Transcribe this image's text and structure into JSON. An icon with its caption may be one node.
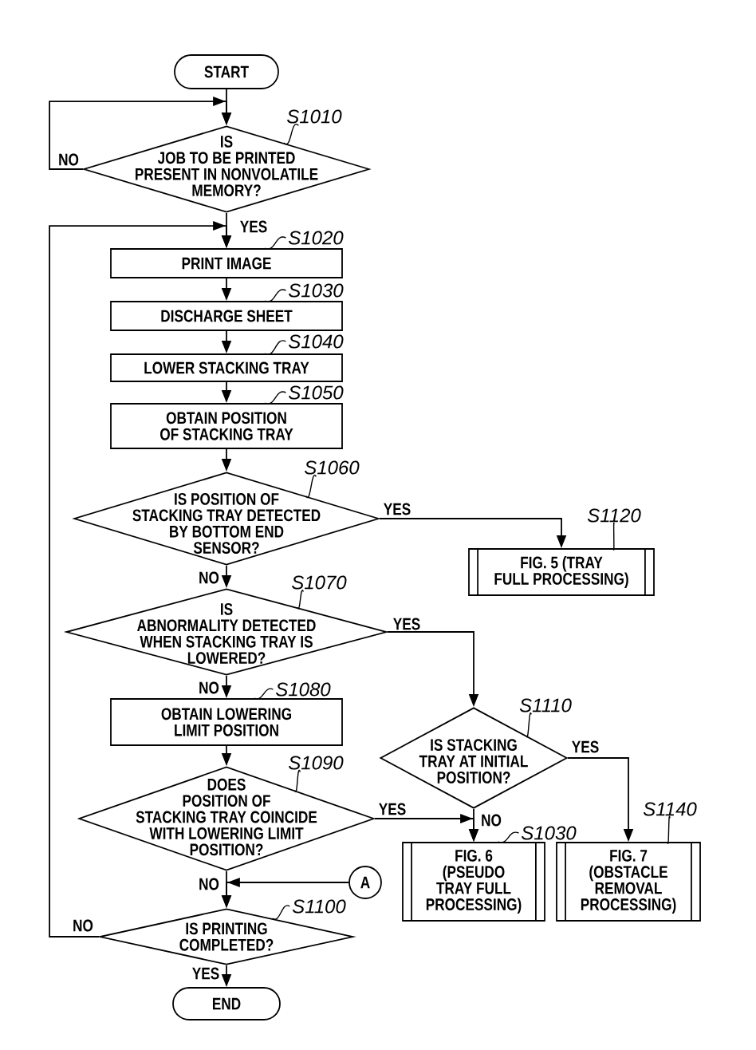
{
  "diagram": {
    "nodes": [
      {
        "text": [
          "START"
        ]
      },
      {
        "text": [
          "S1010"
        ]
      },
      {
        "text": [
          "IS JOB TO BE PRINTED PRESENT IN NONVOLATILE MEMORY?"
        ]
      },
      {
        "text": [
          "S1020"
        ]
      },
      {
        "text": [
          "PRINT IMAGE"
        ]
      },
      {
        "text": [
          "S1030"
        ]
      },
      {
        "text": [
          "DISCHARGE SHEET"
        ]
      },
      {
        "text": [
          "S1040"
        ]
      },
      {
        "text": [
          "LOWER STACKING TRAY"
        ]
      },
      {
        "text": [
          "S1050"
        ]
      },
      {
        "text": [
          "OBTAIN POSITION OF STACKING TRAY"
        ]
      },
      {
        "text": [
          "S1060"
        ]
      },
      {
        "text": [
          "IS POSITION OF STACKING TRAY DETECTED BY BOTTOM END SENSOR?"
        ]
      },
      {
        "text": [
          "S1120"
        ]
      },
      {
        "text": [
          "FIG. 5 (TRAY FULL PROCESSING)"
        ]
      },
      {
        "text": [
          "S1070"
        ]
      },
      {
        "text": [
          "IS ABNORMALITY DETECTED WHEN STACKING TRAY IS LOWERED?"
        ]
      },
      {
        "text": [
          "S1080"
        ]
      },
      {
        "text": [
          "OBTAIN LOWERING LIMIT POSITION"
        ]
      },
      {
        "text": [
          "S1110"
        ]
      },
      {
        "text": [
          "IS STACKING TRAY AT INITIAL POSITION?"
        ]
      },
      {
        "text": [
          "S1090"
        ]
      },
      {
        "text": [
          "DOES POSITION OF STACKING TRAY COINCIDE WITH LOWERING LIMIT POSITION?"
        ]
      },
      {
        "text": [
          "S1140"
        ]
      },
      {
        "text": [
          "S1030"
        ]
      },
      {
        "text": [
          "FIG. 6 (PSEUDO TRAY FULL PROCESSING)"
        ]
      },
      {
        "text": [
          "FIG. 7 (OBSTACLE REMOVAL PROCESSING)"
        ]
      },
      {
        "text": [
          "A"
        ]
      },
      {
        "text": [
          "S1100"
        ]
      },
      {
        "text": [
          "IS PRINTING COMPLETED?"
        ]
      },
      {
        "text": [
          "END"
        ]
      }
    ],
    "edges": [
      {
        "from": 0,
        "to": 2,
        "arrow": "to"
      },
      {
        "from": 2,
        "to": 4,
        "arrow": "to",
        "label": "YES"
      },
      {
        "from": 2,
        "to": 2,
        "arrow": "to",
        "label": "NO"
      },
      {
        "from": 4,
        "to": 6,
        "arrow": "to"
      },
      {
        "from": 6,
        "to": 8,
        "arrow": "to"
      },
      {
        "from": 8,
        "to": 10,
        "arrow": "to"
      },
      {
        "from": 10,
        "to": 12,
        "arrow": "to"
      },
      {
        "from": 12,
        "to": 14,
        "arrow": "to",
        "label": "YES"
      },
      {
        "from": 12,
        "to": 16,
        "arrow": "to",
        "label": "NO"
      },
      {
        "from": 16,
        "to": 18,
        "arrow": "to",
        "label": "NO"
      },
      {
        "from": 16,
        "to": 20,
        "arrow": "to",
        "label": "YES"
      },
      {
        "from": 18,
        "to": 22,
        "arrow": "to"
      },
      {
        "from": 22,
        "to": 25,
        "arrow": "to",
        "label": "YES"
      },
      {
        "from": 20,
        "to": 25,
        "arrow": "to",
        "label": "NO"
      },
      {
        "from": 20,
        "to": 26,
        "arrow": "to",
        "label": "YES"
      },
      {
        "from": 22,
        "to": 29,
        "arrow": "to",
        "label": "NO"
      },
      {
        "from": 27,
        "to": 29,
        "arrow": "to"
      },
      {
        "from": 29,
        "to": 4,
        "arrow": "to",
        "label": "NO"
      },
      {
        "from": 29,
        "to": 30,
        "arrow": "to",
        "label": "YES"
      },
      {
        "from": 1,
        "to": 2,
        "arrow": "none"
      },
      {
        "from": 3,
        "to": 4,
        "arrow": "none"
      },
      {
        "from": 5,
        "to": 6,
        "arrow": "none"
      },
      {
        "from": 7,
        "to": 8,
        "arrow": "none"
      },
      {
        "from": 9,
        "to": 10,
        "arrow": "none"
      },
      {
        "from": 11,
        "to": 12,
        "arrow": "none"
      },
      {
        "from": 13,
        "to": 14,
        "arrow": "none"
      },
      {
        "from": 15,
        "to": 16,
        "arrow": "none"
      },
      {
        "from": 17,
        "to": 18,
        "arrow": "none"
      },
      {
        "from": 19,
        "to": 20,
        "arrow": "none"
      },
      {
        "from": 21,
        "to": 22,
        "arrow": "none"
      },
      {
        "from": 23,
        "to": 26,
        "arrow": "none"
      },
      {
        "from": 24,
        "to": 25,
        "arrow": "none"
      },
      {
        "from": 28,
        "to": 29,
        "arrow": "none"
      }
    ]
  }
}
